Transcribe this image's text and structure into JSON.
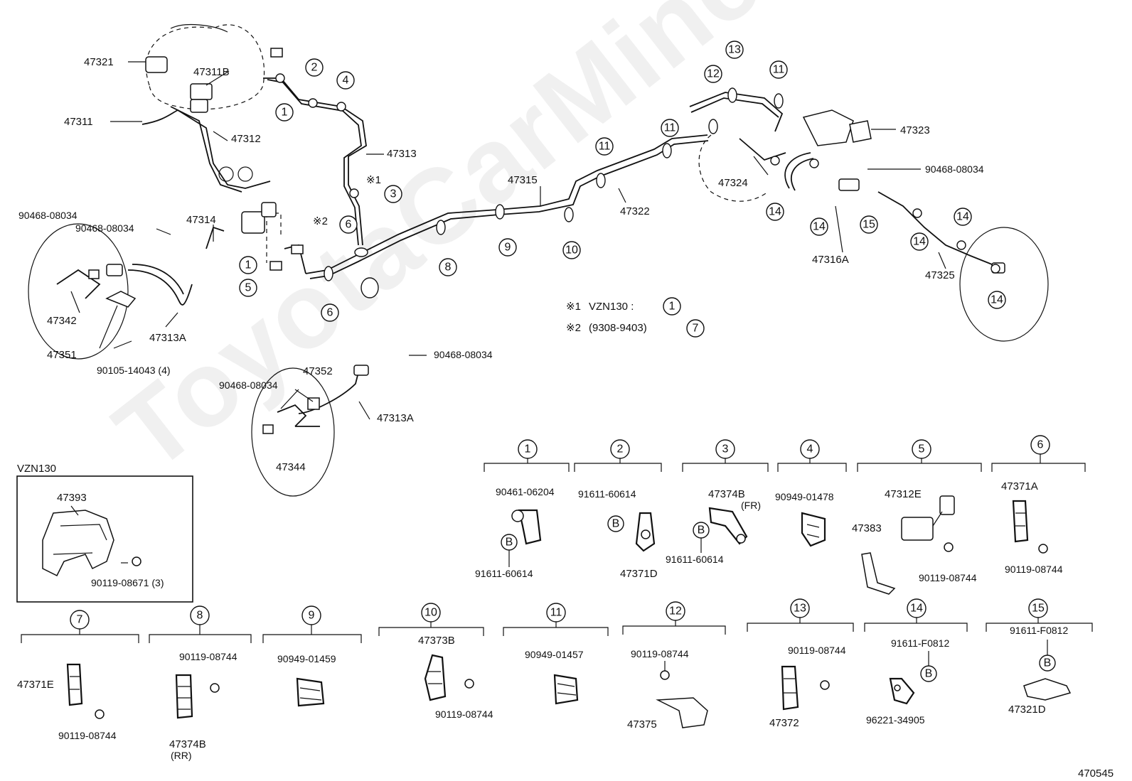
{
  "labels": {
    "p47321": "47321",
    "p47311B": "47311B",
    "p47311": "47311",
    "p47312": "47312",
    "p47313": "47313",
    "p47314": "47314",
    "p47315": "47315",
    "p47322": "47322",
    "p47323": "47323",
    "p47324": "47324",
    "p47325": "47325",
    "p47316A": "47316A",
    "p47342": "47342",
    "p47351": "47351",
    "p47313A_1": "47313A",
    "p47313A_2": "47313A",
    "p47352": "47352",
    "p47344": "47344",
    "p90105": "90105-14043 (4)",
    "p90468_a": "90468-08034",
    "p90468_b": "90468-08034",
    "p90468_c": "90468-08034",
    "p90468_d": "90468-08034",
    "p90468_e": "90468-08034",
    "mark1": "※1",
    "mark2": "※2",
    "note1_mark": "※1",
    "note1_text": "VZN130 :",
    "note2_mark": "※2",
    "note2_text": "(9308-9403)",
    "vzn130": "VZN130",
    "p47393": "47393",
    "p90119_08671": "90119-08671 (3)",
    "figure_id": "470545",
    "watermark": "ToyotaCarMine.ru"
  },
  "callouts": [
    "1",
    "2",
    "3",
    "4",
    "5",
    "6",
    "7",
    "8",
    "9",
    "10",
    "11",
    "12",
    "13",
    "14",
    "15"
  ],
  "groups": {
    "g1": {
      "num": "1",
      "a": "90461-06204",
      "b": "B",
      "c": "91611-60614"
    },
    "g2": {
      "num": "2",
      "a": "91611-60614",
      "b": "B",
      "c": "47371D"
    },
    "g3": {
      "num": "3",
      "a": "47374B",
      "a2": "(FR)",
      "b": "B",
      "c": "91611-60614"
    },
    "g4": {
      "num": "4",
      "a": "90949-01478"
    },
    "g5": {
      "num": "5",
      "a": "47312E",
      "b": "47383",
      "c": "90119-08744"
    },
    "g6": {
      "num": "6",
      "a": "47371A",
      "c": "90119-08744"
    },
    "g7": {
      "num": "7",
      "a": "47371E",
      "c": "90119-08744"
    },
    "g8": {
      "num": "8",
      "a": "90119-08744",
      "b": "47374B",
      "b2": "(RR)"
    },
    "g9": {
      "num": "9",
      "a": "90949-01459"
    },
    "g10": {
      "num": "10",
      "a": "47373B",
      "c": "90119-08744"
    },
    "g11": {
      "num": "11",
      "a": "90949-01457"
    },
    "g12": {
      "num": "12",
      "a": "90119-08744",
      "c": "47375"
    },
    "g13": {
      "num": "13",
      "a": "90119-08744",
      "c": "47372"
    },
    "g14": {
      "num": "14",
      "a": "91611-F0812",
      "b": "B",
      "c": "96221-34905"
    },
    "g15": {
      "num": "15",
      "a": "91611-F0812",
      "b": "B",
      "c": "47321D"
    }
  }
}
